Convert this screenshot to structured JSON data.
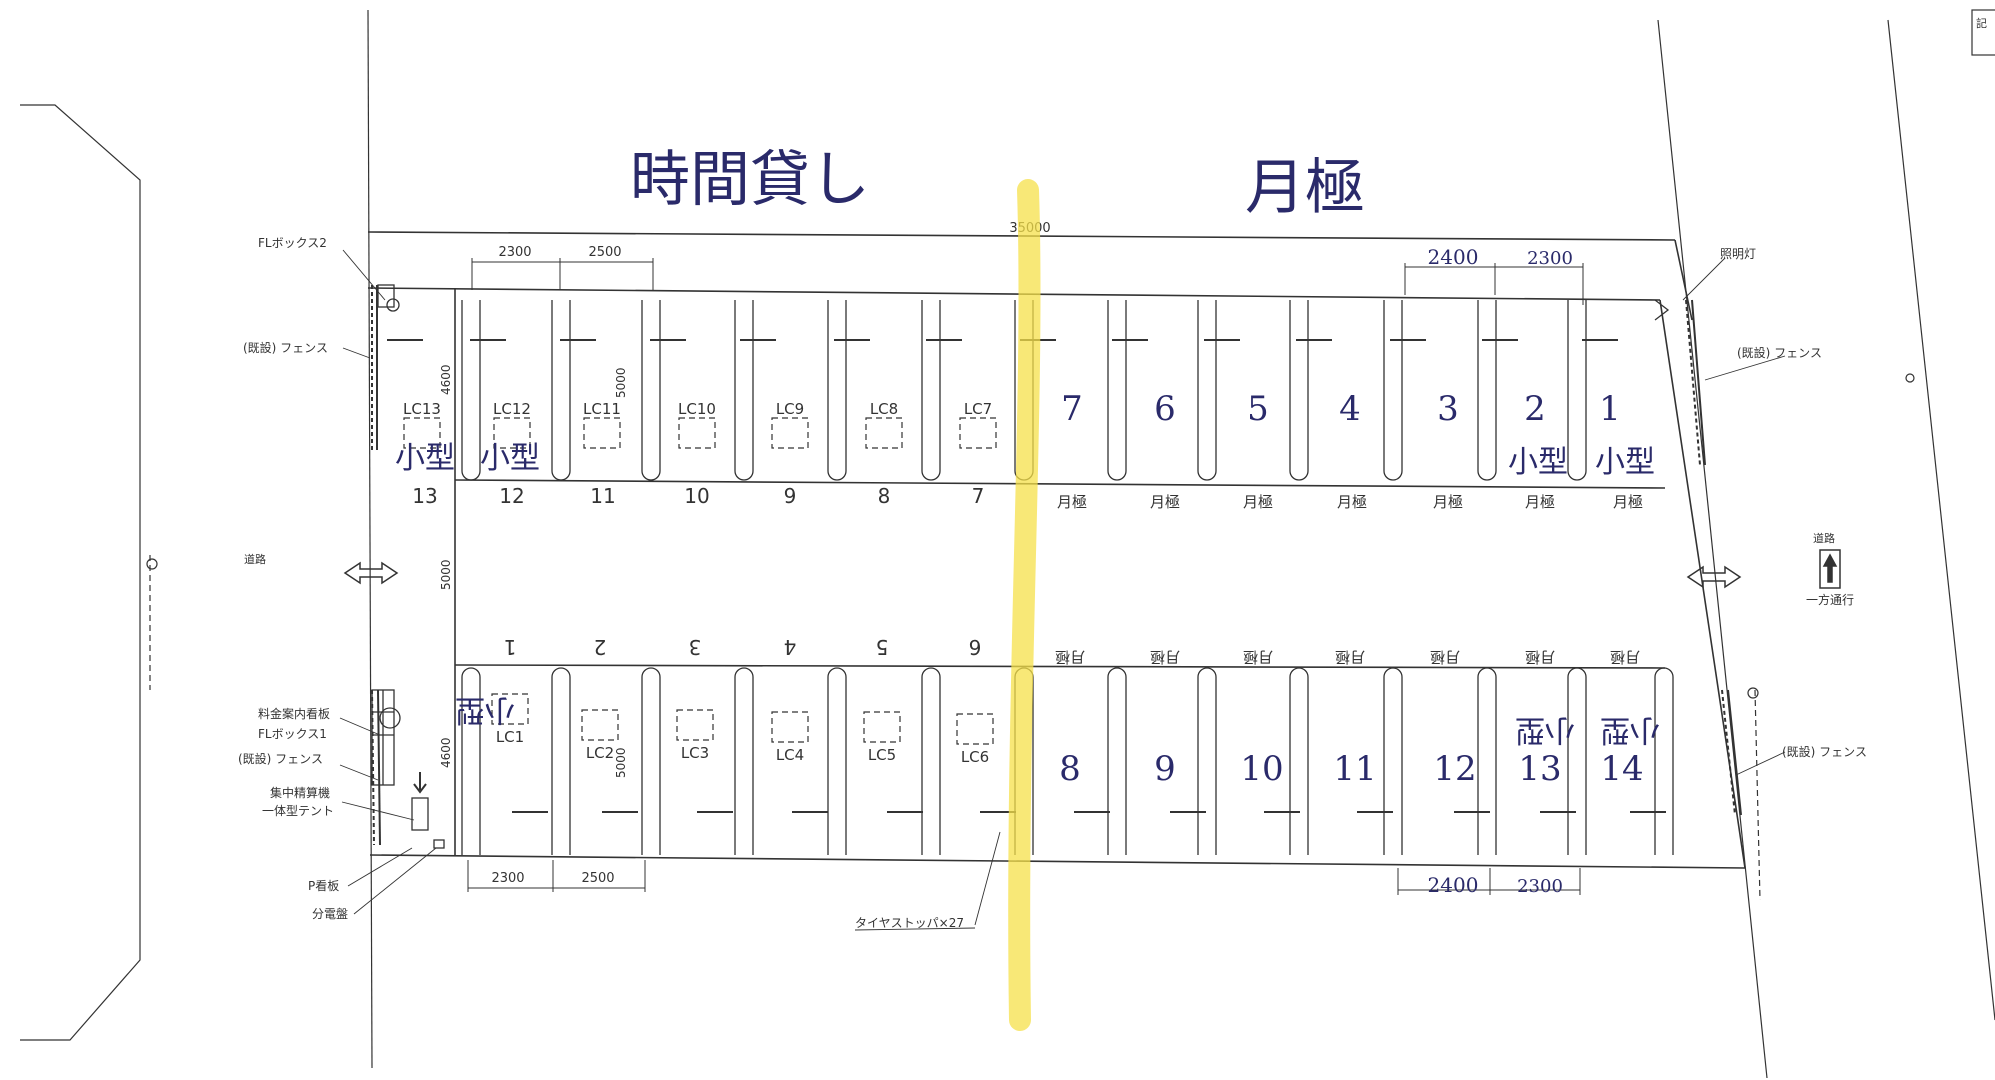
{
  "headings": {
    "hourly": "時間貸し",
    "monthly": "月極"
  },
  "dimensions": {
    "total": "35000",
    "top_left_a": "2300",
    "top_left_b": "2500",
    "top_right_a": "2400",
    "top_right_b": "2300",
    "bottom_left_a": "2300",
    "bottom_left_b": "2500",
    "bottom_right_a": "2400",
    "bottom_right_b": "2300",
    "depth_top": "4600",
    "depth_top_mid": "5000",
    "aisle": "5000",
    "depth_bottom": "4600",
    "depth_bottom_mid": "5000"
  },
  "top_lot_labels": [
    "LC13",
    "LC12",
    "LC11",
    "LC10",
    "LC9",
    "LC8",
    "LC7"
  ],
  "top_hourly_numbers": [
    "13",
    "12",
    "11",
    "10",
    "9",
    "8",
    "7"
  ],
  "top_monthly_numbers": [
    "7",
    "6",
    "5",
    "4",
    "3",
    "2",
    "1"
  ],
  "top_monthly_labels": [
    "月極",
    "月極",
    "月極",
    "月極",
    "月極",
    "月極",
    "月極"
  ],
  "bottom_lot_labels": [
    "LC1",
    "LC2",
    "LC3",
    "LC4",
    "LC5",
    "LC6"
  ],
  "bottom_hourly_numbers": [
    "1",
    "2",
    "3",
    "4",
    "5",
    "6"
  ],
  "bottom_monthly_numbers": [
    "8",
    "9",
    "10",
    "11",
    "12",
    "13",
    "14"
  ],
  "bottom_monthly_labels": [
    "月極",
    "月極",
    "月極",
    "月極",
    "月極",
    "月極",
    "月極"
  ],
  "small_car": "小型",
  "labels": {
    "fl_box2": "FLボックス2",
    "fence": "(既設) フェンス",
    "fence_right_top": "(既設) フェンス",
    "fence_right_bottom": "(既設) フェンス",
    "lighting": "照明灯",
    "road_left": "道路",
    "road_right": "道路",
    "one_way": "一方通行",
    "fee_sign": "料金案内看板",
    "fl_box1": "FLボックス1",
    "fence_left_bottom": "(既設) フェンス",
    "collector_1": "集中精算機",
    "collector_2": "一体型テント",
    "p_sign": "P看板",
    "panel": "分電盤",
    "tire_stopper": "タイヤストッパ×27",
    "corner": "記"
  },
  "colors": {
    "highlight": "#f5e04a",
    "ink": "#333333",
    "handwriting": "#2a2a6a"
  }
}
